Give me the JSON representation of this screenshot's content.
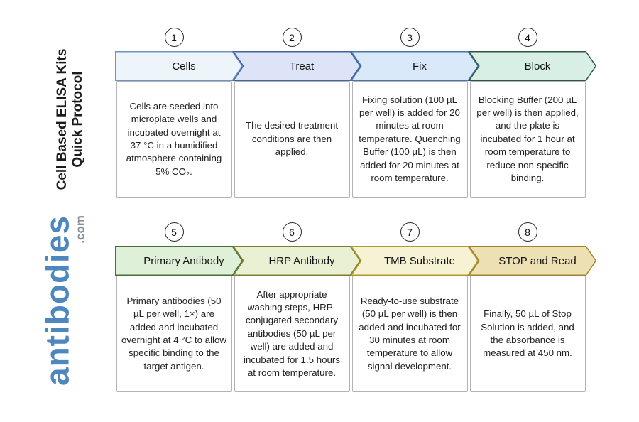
{
  "sidebar": {
    "title_line1": "Cell Based ELISA Kits",
    "title_line2": "Quick Protocol",
    "logo_text": "antibodies",
    "logo_suffix": ".com",
    "logo_color": "#4E86BF",
    "logo_suffix_color": "#8a9097"
  },
  "steps": [
    {
      "number": "1",
      "label": "Cells",
      "fill": "#eef5fa",
      "border": "#6f94bc",
      "description": "Cells are seeded into microplate wells and incubated overnight at 37 °C in a humidified atmosphere containing 5% CO₂."
    },
    {
      "number": "2",
      "label": "Treat",
      "fill": "#dde4f8",
      "border": "#44639e",
      "description": "The desired treatment conditions are then applied."
    },
    {
      "number": "3",
      "label": "Fix",
      "fill": "#d9e9f9",
      "border": "#4a74a8",
      "description": "Fixing solution (100 µL per well) is added for 20 minutes at room temperature. Quenching Buffer (100 µL) is then added for 20 minutes at room temperature."
    },
    {
      "number": "4",
      "label": "Block",
      "fill": "#d7efe5",
      "border": "#2f5347",
      "description": "Blocking Buffer (200 µL per well) is then applied, and the plate is incubated for 1 hour at room temperature to reduce non-specific binding."
    },
    {
      "number": "5",
      "label": "Primary Antibody",
      "fill": "#dff0d9",
      "border": "#44703a",
      "description": "Primary antibodies (50 µL per well, 1×) are added and incubated overnight at 4 °C to allow specific binding to the target antigen."
    },
    {
      "number": "6",
      "label": "HRP Antibody",
      "fill": "#e9f0d3",
      "border": "#7f7d30",
      "description": "After appropriate washing steps, HRP-conjugated secondary antibodies (50 µL per well) are added and incubated for 1.5 hours at room temperature."
    },
    {
      "number": "7",
      "label": "TMB Substrate",
      "fill": "#f6f2d4",
      "border": "#b0982f",
      "description": "Ready-to-use substrate (50 µL per well) is then added and incubated for 30 minutes at room temperature to allow signal development."
    },
    {
      "number": "8",
      "label": "STOP and Read",
      "fill": "#ede0b2",
      "border": "#a3812f",
      "description": "Finally, 50 µL of Stop Solution is added, and the absorbance is measured at 450 nm."
    }
  ]
}
